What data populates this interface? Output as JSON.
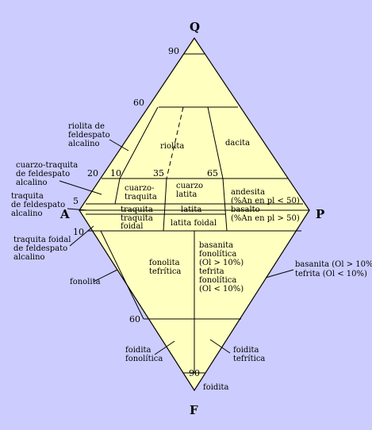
{
  "diagram": {
    "vertices": {
      "top": "Q",
      "left": "A",
      "right": "P",
      "bottom": "F"
    },
    "colors": {
      "background": "#ccccff",
      "fill": "#ffffc0",
      "line": "#000000"
    },
    "ticks": {
      "q90": "90",
      "q60": "60",
      "q20": "20",
      "f10": "10",
      "q5": "5",
      "a10": "10",
      "a35": "35",
      "a65": "65",
      "f60": "60",
      "f90": "90"
    },
    "inner_labels": {
      "riolita": "riolita",
      "dacita": "dacita",
      "cuarzo_traquita": [
        "cuarzo-",
        "traquita"
      ],
      "cuarzo_latita": [
        "cuarzo",
        "latita"
      ],
      "andesita_basalto": [
        "andesita",
        "(%An en pl < 50)",
        "basalto",
        "(%An en pl > 50)"
      ],
      "traquita": "traquita",
      "latita": "latita",
      "traquita_foidal": [
        "traquita",
        "foidal"
      ],
      "latita_foidal": "latita foidal",
      "fonolita_tefritica": [
        "fonolita",
        "tefrítica"
      ],
      "basanita_tefrita": [
        "basanita",
        "fonolítica",
        "(Ol > 10%)",
        "tefrita",
        "fonolítica",
        "(Ol < 10%)"
      ]
    },
    "outer_labels": {
      "riolita_feldespato": [
        "riolita de",
        "feldespato",
        "alcalino"
      ],
      "cuarzo_traquita_feldespato": [
        "cuarzo-traquita",
        "de feldespato",
        "alcalino"
      ],
      "traquita_feldespato": [
        "traquita",
        "de feldespato",
        "alcalino"
      ],
      "traquita_foidal_feldespato": [
        "traquita foidal",
        "de feldespato",
        "alcalino"
      ],
      "fonolita": "fonolita",
      "basanita_tefrita_right": [
        "basanita (Ol > 10%)",
        "tefrita (Ol < 10%)"
      ],
      "foidita_fonolitica": [
        "foidita",
        "fonolítica"
      ],
      "foidita_tefritica": [
        "foidita",
        "tefrítica"
      ],
      "foidita": "foidita"
    }
  }
}
